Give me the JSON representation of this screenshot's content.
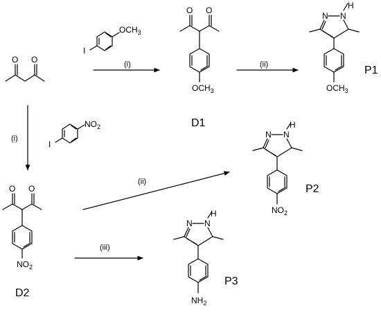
{
  "compounds": {
    "D1": "D1",
    "D2": "D2",
    "P1": "P1",
    "P2": "P2",
    "P3": "P3"
  },
  "conditions": {
    "i": "(i)",
    "ii": "(ii)",
    "iii": "(iii)"
  },
  "atoms": {
    "O": "O",
    "I": "I",
    "N": "N",
    "H": "H",
    "NH": "N",
    "OMe_label": "OCH",
    "OMe_sub": "3",
    "NO2_label": "NO",
    "NO2_sub": "2",
    "NH2_label": "NH",
    "NH2_sub": "2"
  }
}
